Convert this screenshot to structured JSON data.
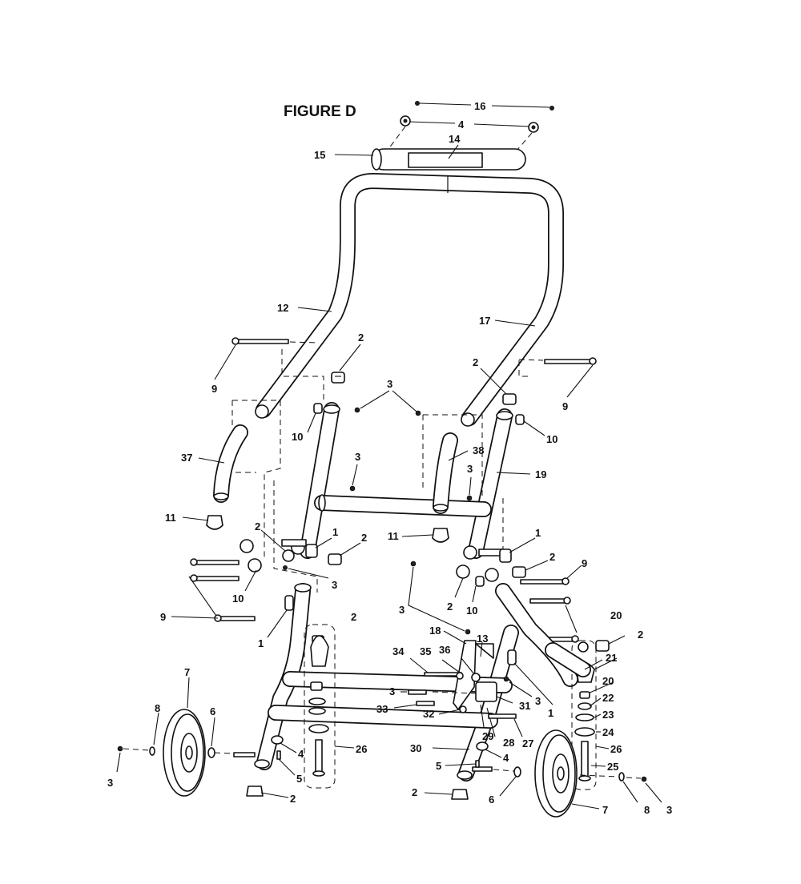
{
  "figure": {
    "title": "FIGURE D"
  },
  "callouts": {
    "n1": "1",
    "n2": "2",
    "n3": "3",
    "n4": "4",
    "n5": "5",
    "n6": "6",
    "n7": "7",
    "n8": "8",
    "n9": "9",
    "n10": "10",
    "n11": "11",
    "n12": "12",
    "n13": "13",
    "n14": "14",
    "n15": "15",
    "n16": "16",
    "n17": "17",
    "n18": "18",
    "n19": "19",
    "n20": "20",
    "n21": "21",
    "n22": "22",
    "n23": "23",
    "n24": "24",
    "n25": "25",
    "n26": "26",
    "n27": "27",
    "n28": "28",
    "n29": "29",
    "n30": "30",
    "n31": "31",
    "n32": "32",
    "n33": "33",
    "n34": "34",
    "n35": "35",
    "n36": "36",
    "n37": "37",
    "n38": "38"
  }
}
